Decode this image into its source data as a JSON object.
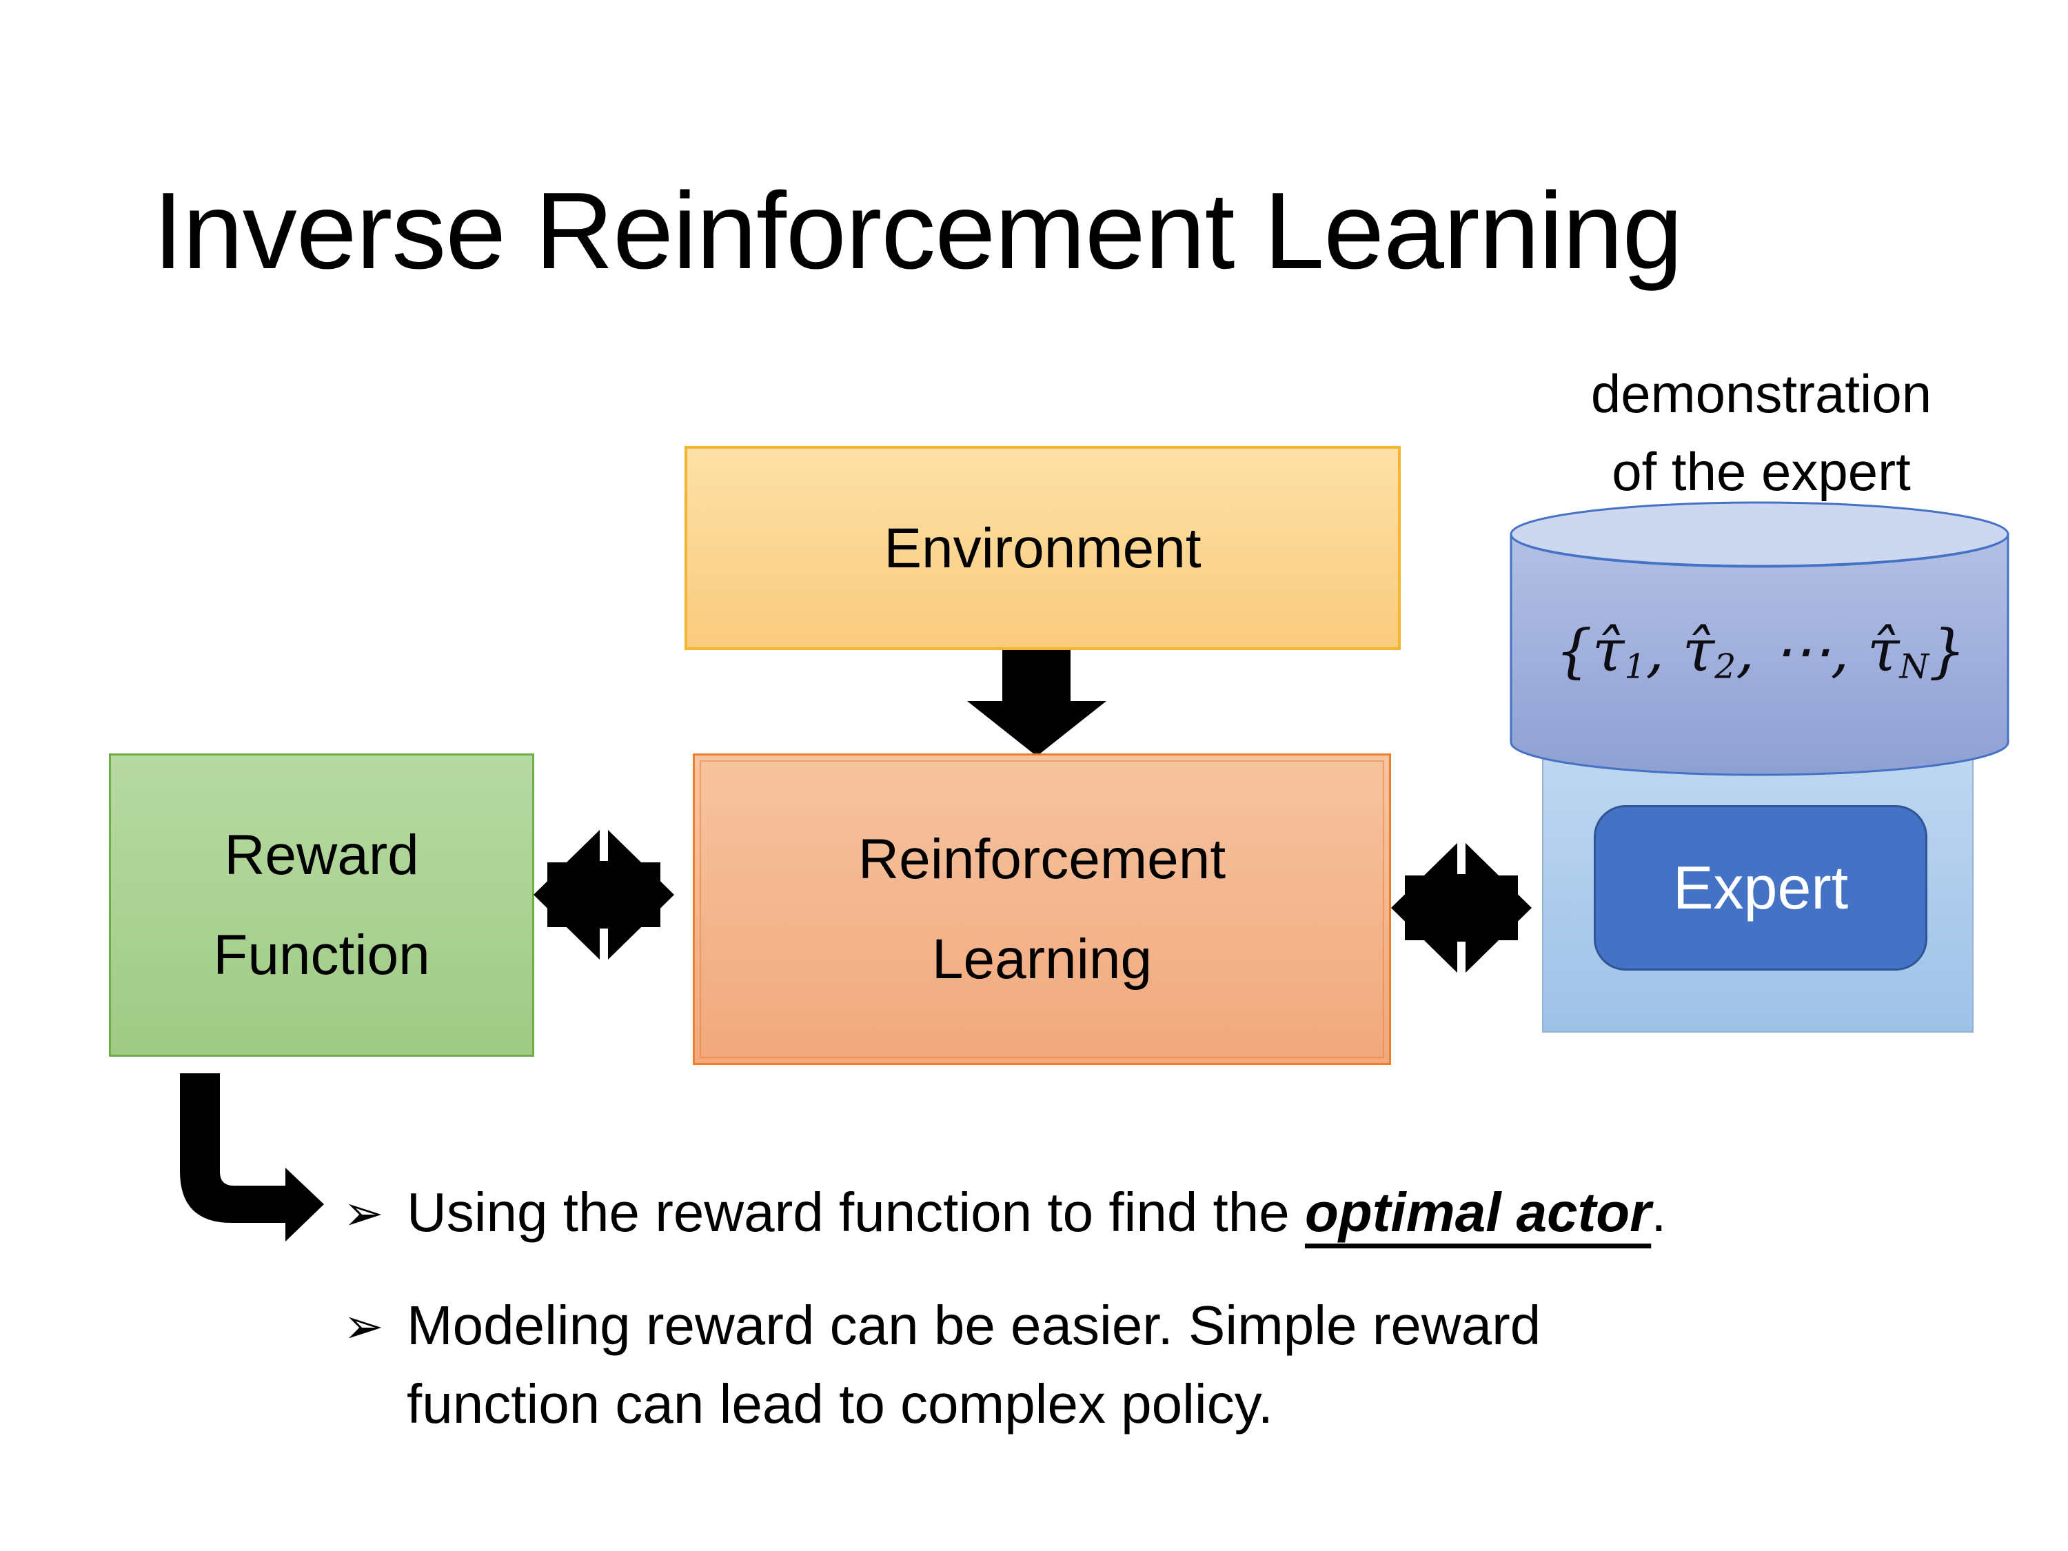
{
  "slide": {
    "title": "Inverse Reinforcement Learning",
    "demo_label": {
      "line1": "demonstration",
      "line2": "of the expert"
    },
    "boxes": {
      "environment": "Environment",
      "reward_function": {
        "line1": "Reward",
        "line2": "Function"
      },
      "reinforcement_learning": {
        "line1": "Reinforcement",
        "line2": "Learning"
      },
      "expert": "Expert"
    },
    "math": {
      "open": "{",
      "tau1": "τ̂",
      "sub1": "1",
      "sep1": ", ",
      "tau2": "τ̂",
      "sub2": "2",
      "sep2": ", ",
      "dots": "⋯",
      "sep3": ", ",
      "tau3": "τ̂",
      "sub3": "N",
      "close": "}"
    },
    "bullets": {
      "marker": "➢",
      "item1": {
        "pre": "Using the reward function to find the ",
        "emphasis": "optimal actor",
        "post": "."
      },
      "item2": {
        "line1": "Modeling reward can be easier. Simple reward",
        "line2": "function can lead to complex policy."
      }
    }
  },
  "colors": {
    "env-fill-top": "#FCE1A6",
    "env-fill-bottom": "#FACB7E",
    "env-border": "#F5B52E",
    "rl-fill-top": "#F6C4A0",
    "rl-fill-bottom": "#F1A87C",
    "rl-border": "#ED7D31",
    "green-fill-top": "#B7D9A2",
    "green-fill-bottom": "#9FCB85",
    "green-border": "#6FAE47",
    "cyl-fill-top": "#B3C0E5",
    "cyl-fill-bottom": "#8E9FD3",
    "cyl-top-fill": "#CED7F0",
    "cyl-border": "#4472C4",
    "exp-outer-top": "#C0D8F1",
    "exp-outer-bottom": "#9EC2E7",
    "exp-outer-border": "#94B3D9",
    "exp-inner-fill": "#4472C4",
    "exp-inner-border": "#2F5597",
    "exp-text": "#FFFFFF",
    "arrow-black": "#000000"
  }
}
